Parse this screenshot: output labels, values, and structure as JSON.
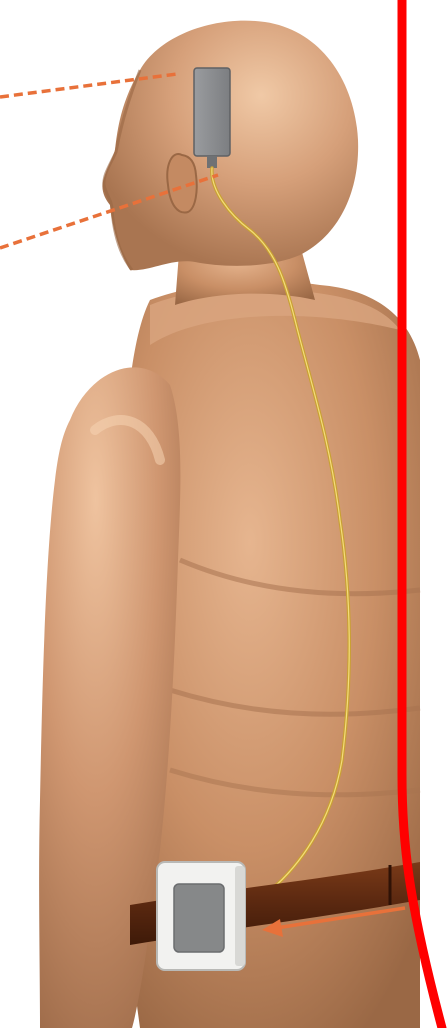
{
  "figure": {
    "subject": "mannequin-back-view",
    "components": [
      "head-mounted-device",
      "cable",
      "belt-pack",
      "belt"
    ],
    "colors": {
      "skin_light": "#e0ad86",
      "skin_mid": "#c78f66",
      "skin_dark": "#9c6a48",
      "device_gray": "#8d8f92",
      "cable_yellow": "#e9c548",
      "belt_brown": "#5a2810",
      "pack_white": "#f2f2f0",
      "callout_orange": "#e8713a",
      "boundary_red": "#ff0000"
    }
  }
}
